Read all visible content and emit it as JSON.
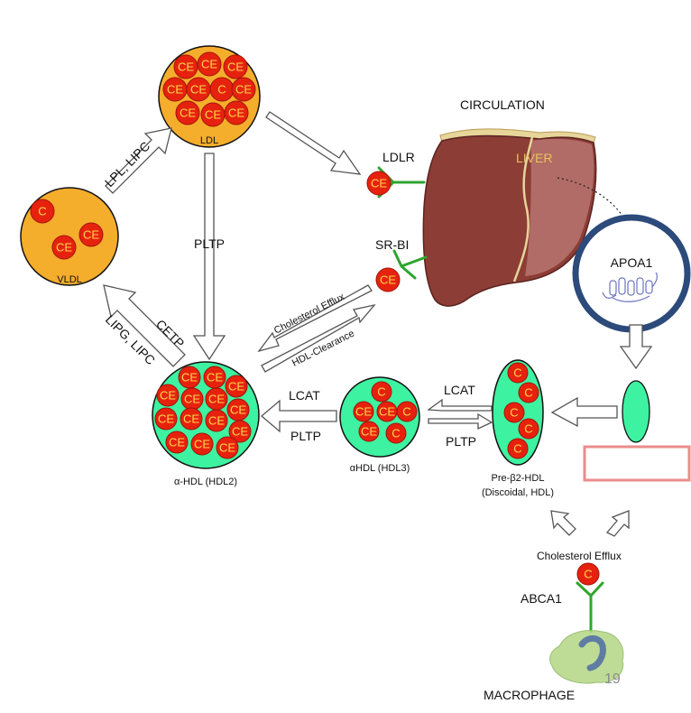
{
  "title_fragment": "",
  "colors": {
    "orange": "#f5ad2c",
    "green": "#3df2a0",
    "red": "#e6220f",
    "receptor": "#2ea52e",
    "liver": "#8c3d36",
    "liver_edge": "#5a231f",
    "liver_light": "#b87470",
    "liver_top": "#e7d59a",
    "apoa1_ring": "#2c4a7a",
    "apoa1_glyph": "#6b73c0",
    "pink_box": "#ea8c8c",
    "macrophage": "#b7d98a",
    "ce_text": "#ffd84a"
  },
  "particles": {
    "ldl": {
      "label": "LDL",
      "content": [
        "CE",
        "CE",
        "CE",
        "CE",
        "CE",
        "C",
        "CE",
        "CE",
        "CE",
        "CE"
      ]
    },
    "vldl": {
      "label": "VLDL",
      "content": [
        "C",
        "CE",
        "CE"
      ]
    },
    "hdl2": {
      "label": "α-HDL (HDL2)",
      "content": [
        "CE",
        "CE",
        "CE",
        "CE",
        "CE",
        "CE",
        "CE",
        "CE",
        "CE",
        "CE",
        "CE",
        "CE",
        "CE",
        "CE"
      ]
    },
    "hdl3": {
      "label": "αHDL (HDL3)",
      "content": [
        "C",
        "CE",
        "CE",
        "C",
        "CE",
        "C"
      ]
    },
    "preb2": {
      "label_line1": "Pre-β2-HDL",
      "label_line2": "(Discoidal, HDL)",
      "content": [
        "C",
        "C",
        "C",
        "C",
        "C"
      ]
    }
  },
  "labels": {
    "circulation": "CIRCULATION",
    "liver": "LIVER",
    "ldlr": "LDLR",
    "ldlr_ce": "CE",
    "srbi": "SR-BI",
    "srbi_ce": "CE",
    "apoa1": "APOA1",
    "lpl_lipc": "LPL, LIPC",
    "cetp": "CETP",
    "lipg_lipc": "LIPG, LIPC",
    "pltp_vertical": "PLTP",
    "cholesterol_efflux_diag": "Cholesterol Efflux",
    "hdl_clearance": "HDL-Clearance",
    "lcat_1": "LCAT",
    "pltp_1": "PLTP",
    "lcat_2": "LCAT",
    "pltp_2": "PLTP",
    "cholesterol_efflux": "Cholesterol Efflux",
    "abca1": "ABCA1",
    "abca1_c": "C",
    "macrophage": "MACROPHAGE",
    "page_number": "19"
  }
}
